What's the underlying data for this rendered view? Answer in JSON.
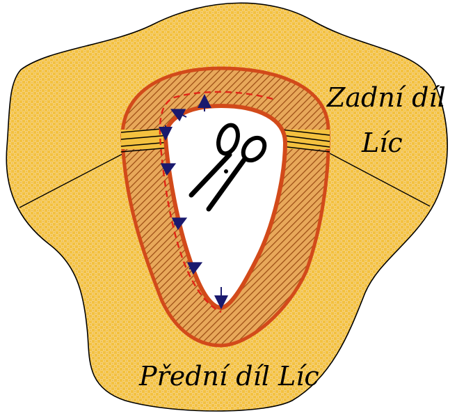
{
  "labels": {
    "back_piece_line1": "Zadní díl",
    "back_piece_line2": "Líc",
    "front_piece": "Přední díl Líc"
  },
  "colors": {
    "fabric": "#f3c13f",
    "fabric_weave": "#f7d98b",
    "facing_hatch": "#9a4a12",
    "facing_base": "#e6a24a",
    "outer_stitch_red": "#e32416",
    "seam_orange": "#d24a1a",
    "arrow_navy": "#1a1a6e",
    "outline": "#000000"
  },
  "icons": [
    "scissors-icon",
    "direction-arrow-icon"
  ]
}
